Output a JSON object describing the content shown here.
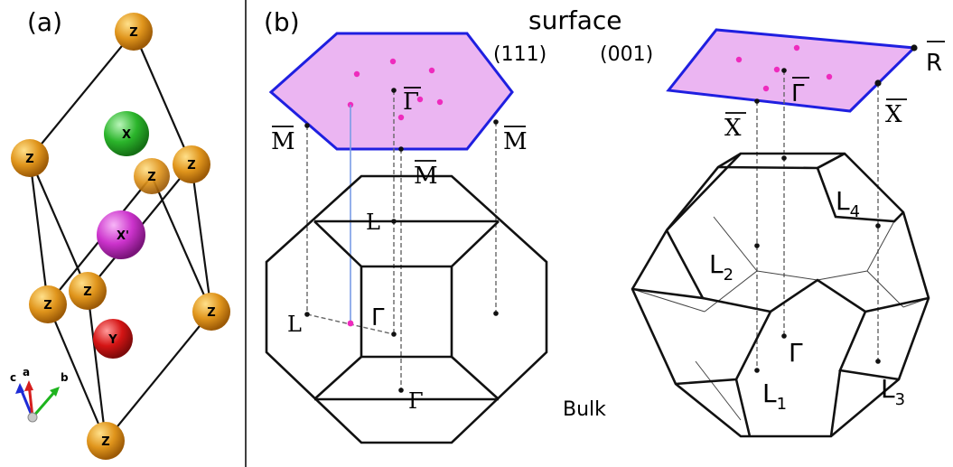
{
  "panels": {
    "a": "(a)",
    "b": "(b)"
  },
  "atoms": {
    "z": "Z",
    "x": "X",
    "xp": "X'",
    "y": "Y"
  },
  "axes": {
    "c": "c",
    "a": "a",
    "b": "b"
  },
  "surface_title": "surface",
  "miller_111": "(111)",
  "miller_001": "(001)",
  "bulk_label": "Bulk",
  "hex_labels": {
    "gamma_bar": "Γ",
    "m_bar_left": "M",
    "m_bar_right": "M",
    "m_bar_bottom": "M"
  },
  "bz1_labels": {
    "L_top": "L",
    "L_left": "L",
    "Gamma_mid": "Γ",
    "Gamma_bot": "Γ"
  },
  "sq_labels": {
    "R_bar": "R",
    "Gamma_bar": "Γ",
    "X_bar_left": "X",
    "X_bar_right": "X"
  },
  "bz2_labels": {
    "L2": "L",
    "L2_sub": "2",
    "L4": "L",
    "L4_sub": "4",
    "Gamma": "Γ",
    "L1": "L",
    "L1_sub": "1",
    "L3": "L",
    "L3_sub": "3"
  },
  "colors": {
    "atom_z": "#e0951c",
    "atom_x": "#2bb52b",
    "atom_xp": "#cc33cc",
    "atom_y": "#d41414",
    "surface_fill": "#ebb5f2",
    "surface_edge": "#1f1fe0",
    "dots": "#ee2bbd",
    "proj_blue": "#7a9ce6"
  }
}
